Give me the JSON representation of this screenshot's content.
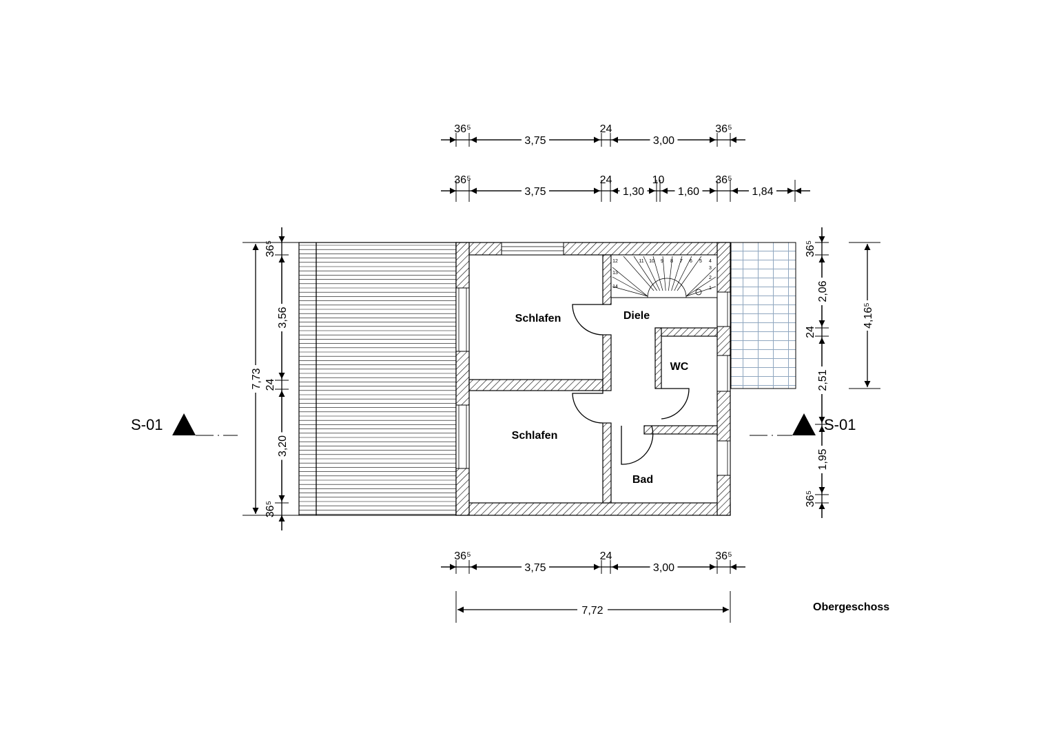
{
  "floor_label": "Obergeschoss",
  "section_marks": [
    "S-01",
    "S-01"
  ],
  "rooms": {
    "schlafen_top": "Schlafen",
    "schlafen_bottom": "Schlafen",
    "diele": "Diele",
    "wc": "WC",
    "bad": "Bad"
  },
  "stair_steps": [
    "1",
    "2",
    "3",
    "4",
    "5",
    "6",
    "7",
    "8",
    "9",
    "10",
    "11",
    "12",
    "13",
    "14"
  ],
  "dims_top_1": [
    "36⁵",
    "3,75",
    "24",
    "3,00",
    "36⁵"
  ],
  "dims_top_2": [
    "36⁵",
    "3,75",
    "24",
    "1,30",
    "10",
    "1,60",
    "36⁵",
    "1,84"
  ],
  "dims_bottom_1": [
    "36⁵",
    "3,75",
    "24",
    "3,00",
    "36⁵"
  ],
  "dims_bottom_total": "7,72",
  "dims_left_outer": "7,73",
  "dims_left_inner": [
    "36⁵",
    "3,56",
    "24",
    "3,20",
    "36⁵"
  ],
  "dims_right_inner": [
    "36⁵",
    "2,06",
    "24",
    "2,51",
    "1,95",
    "36⁵"
  ],
  "dims_right_outer": "4,16⁵"
}
